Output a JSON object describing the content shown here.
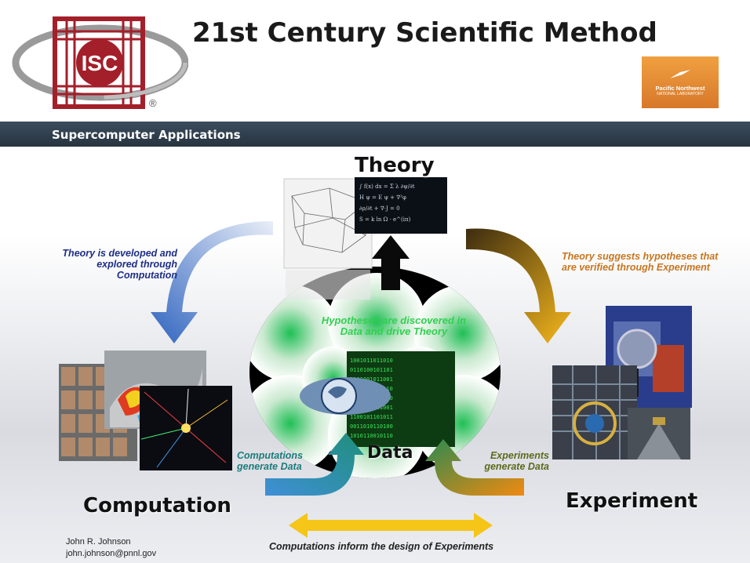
{
  "header": {
    "title": "21st Century Scientific Method",
    "subtitle": "Supercomputer Applications",
    "isc_logo_text": "ISC",
    "registered_mark": "®",
    "pnnl_logo": {
      "name": "Pacific Northwest",
      "lab": "NATIONAL LABORATORY"
    }
  },
  "nodes": {
    "theory": "Theory",
    "computation": "Computation",
    "experiment": "Experiment",
    "data": "Data"
  },
  "annotations": {
    "theory_to_computation": "Theory is developed and explored through Computation",
    "theory_to_experiment": "Theory suggests hypotheses that are verified through Experiment",
    "computation_to_data": "Computations generate Data",
    "experiment_to_data": "Experiments generate Data",
    "data_to_theory": "Hypotheses are discovered in Data and drive Theory",
    "computation_experiment": "Computations inform the design of Experiments"
  },
  "author": {
    "name": "John R. Johnson",
    "email": "john.johnson@pnnl.gov"
  },
  "colors": {
    "header_bar": "#2f3e4d",
    "blue_arrow": "#3a6fc4",
    "orange_arrow": "#f2b020",
    "teal_arrow": "#2a9a9a",
    "green_text": "#30d050"
  }
}
